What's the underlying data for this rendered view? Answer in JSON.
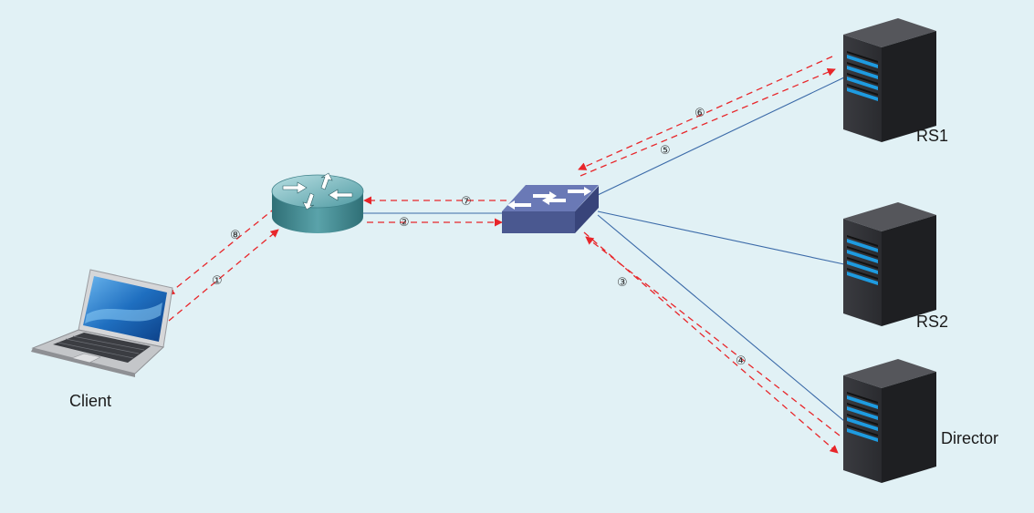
{
  "nodes": {
    "client": {
      "label": "Client"
    },
    "router": {
      "label": ""
    },
    "switch": {
      "label": ""
    },
    "rs1": {
      "label": "RS1"
    },
    "rs2": {
      "label": "RS2"
    },
    "director": {
      "label": "Director"
    }
  },
  "steps": {
    "s1": "①",
    "s2": "②",
    "s3": "③",
    "s4": "④",
    "s5": "⑤",
    "s6": "⑥",
    "s7": "⑦",
    "s8": "⑧"
  },
  "colors": {
    "background": "#e1f1f5",
    "link": "#3b6aa8",
    "flow": "#e8262a",
    "server_body": "#2e2f33",
    "server_led": "#1e9be0",
    "switch_body": "#4f5e9c",
    "router_body": "#4a8e95"
  }
}
